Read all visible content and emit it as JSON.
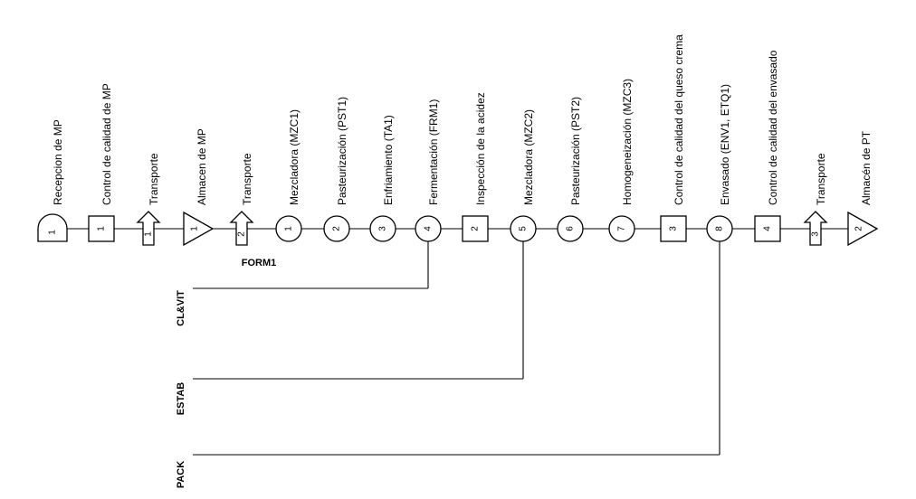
{
  "steps": [
    {
      "symbol": "storage-receive",
      "number": "1",
      "label": "Recepcion de MP"
    },
    {
      "symbol": "inspection",
      "number": "1",
      "label": "Control de calidad de MP"
    },
    {
      "symbol": "transport",
      "number": "1",
      "label": "Transporte"
    },
    {
      "symbol": "storage",
      "number": "1",
      "label": "Almacen de MP"
    },
    {
      "symbol": "transport",
      "number": "2",
      "label": "Transporte"
    },
    {
      "symbol": "operation",
      "number": "1",
      "label": "Mezcladora (MZC1)"
    },
    {
      "symbol": "operation",
      "number": "2",
      "label": "Pasteurización (PST1)"
    },
    {
      "symbol": "operation",
      "number": "3",
      "label": "Enfriamiento (TA1)"
    },
    {
      "symbol": "operation",
      "number": "4",
      "label": "Fermentación (FRM1)"
    },
    {
      "symbol": "inspection",
      "number": "2",
      "label": "Inspección de la acidez"
    },
    {
      "symbol": "operation",
      "number": "5",
      "label": "Mezcladora (MZC2)"
    },
    {
      "symbol": "operation",
      "number": "6",
      "label": "Pasteurización (PST2)"
    },
    {
      "symbol": "operation",
      "number": "7",
      "label": "Homogeneización (MZC3)"
    },
    {
      "symbol": "inspection",
      "number": "3",
      "label": "Control de calidad del queso crema"
    },
    {
      "symbol": "operation",
      "number": "8",
      "label": "Envasado (ENV1, ETQ1)"
    },
    {
      "symbol": "inspection",
      "number": "4",
      "label": "Control de calidad del envasado"
    },
    {
      "symbol": "transport",
      "number": "3",
      "label": "Transporte"
    },
    {
      "symbol": "storage",
      "number": "2",
      "label": "Almacén de PT"
    }
  ],
  "inline_label": "FORM1",
  "feeds": [
    {
      "label": "CL&VIT",
      "joins_step": 8
    },
    {
      "label": "ESTAB",
      "joins_step": 10
    },
    {
      "label": "PACK",
      "joins_step": 14
    }
  ]
}
